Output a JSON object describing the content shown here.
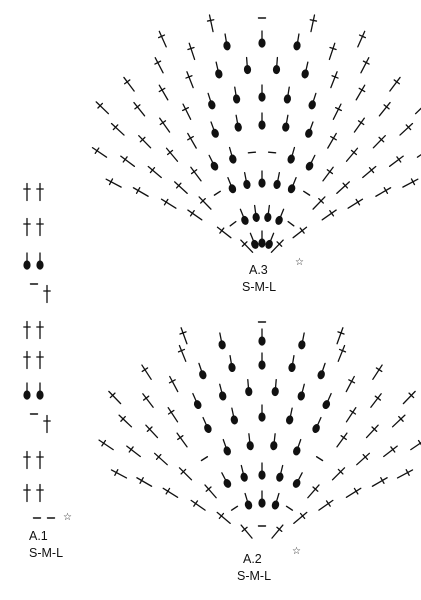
{
  "diagrams": [
    {
      "id": "A.1",
      "name": "A.1",
      "sizes": "S-M-L",
      "start_marker": "☆"
    },
    {
      "id": "A.2",
      "name": "A.2",
      "sizes": "S-M-L",
      "start_marker": "☆"
    },
    {
      "id": "A.3",
      "name": "A.3",
      "sizes": "S-M-L",
      "start_marker": "☆"
    }
  ],
  "symbol_legend": {
    "treble": "dagger-symbol",
    "bobble": "filled-dot-symbol",
    "chain": "dash-symbol",
    "start": "star-icon"
  },
  "colors": {
    "ink": "#111111",
    "background": "#ffffff"
  }
}
